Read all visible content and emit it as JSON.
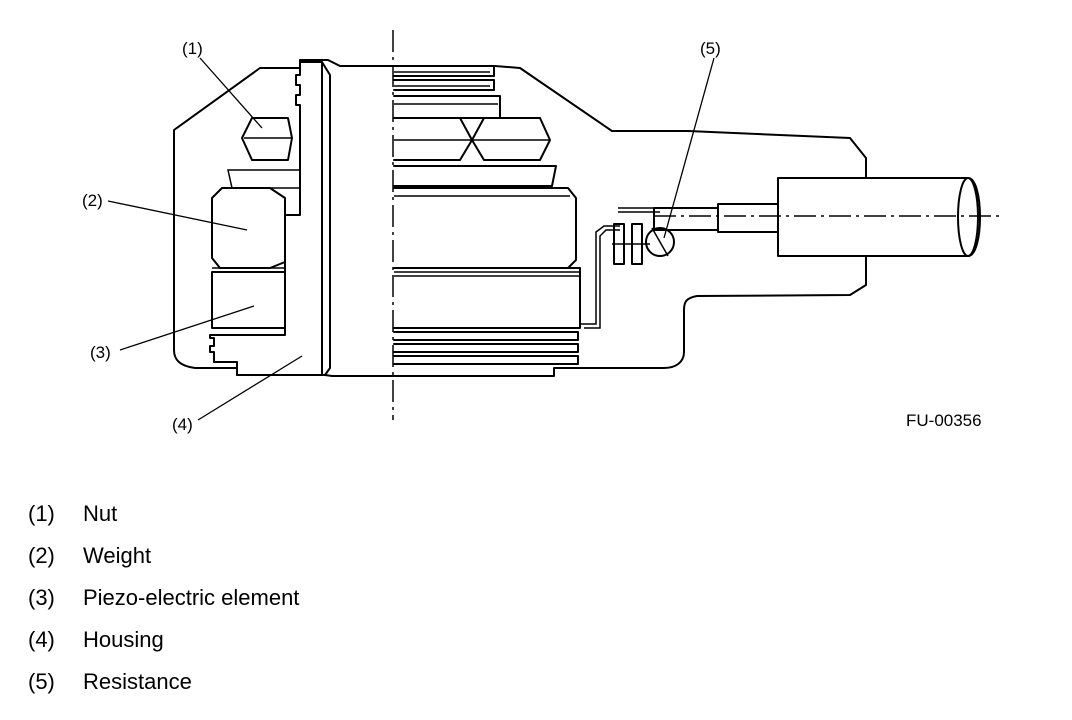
{
  "figure": {
    "code": "FU-00356",
    "callouts": [
      "(1)",
      "(2)",
      "(3)",
      "(4)",
      "(5)"
    ]
  },
  "legend": [
    {
      "num": "(1)",
      "label": "Nut"
    },
    {
      "num": "(2)",
      "label": "Weight"
    },
    {
      "num": "(3)",
      "label": "Piezo-electric element"
    },
    {
      "num": "(4)",
      "label": "Housing"
    },
    {
      "num": "(5)",
      "label": "Resistance"
    }
  ]
}
